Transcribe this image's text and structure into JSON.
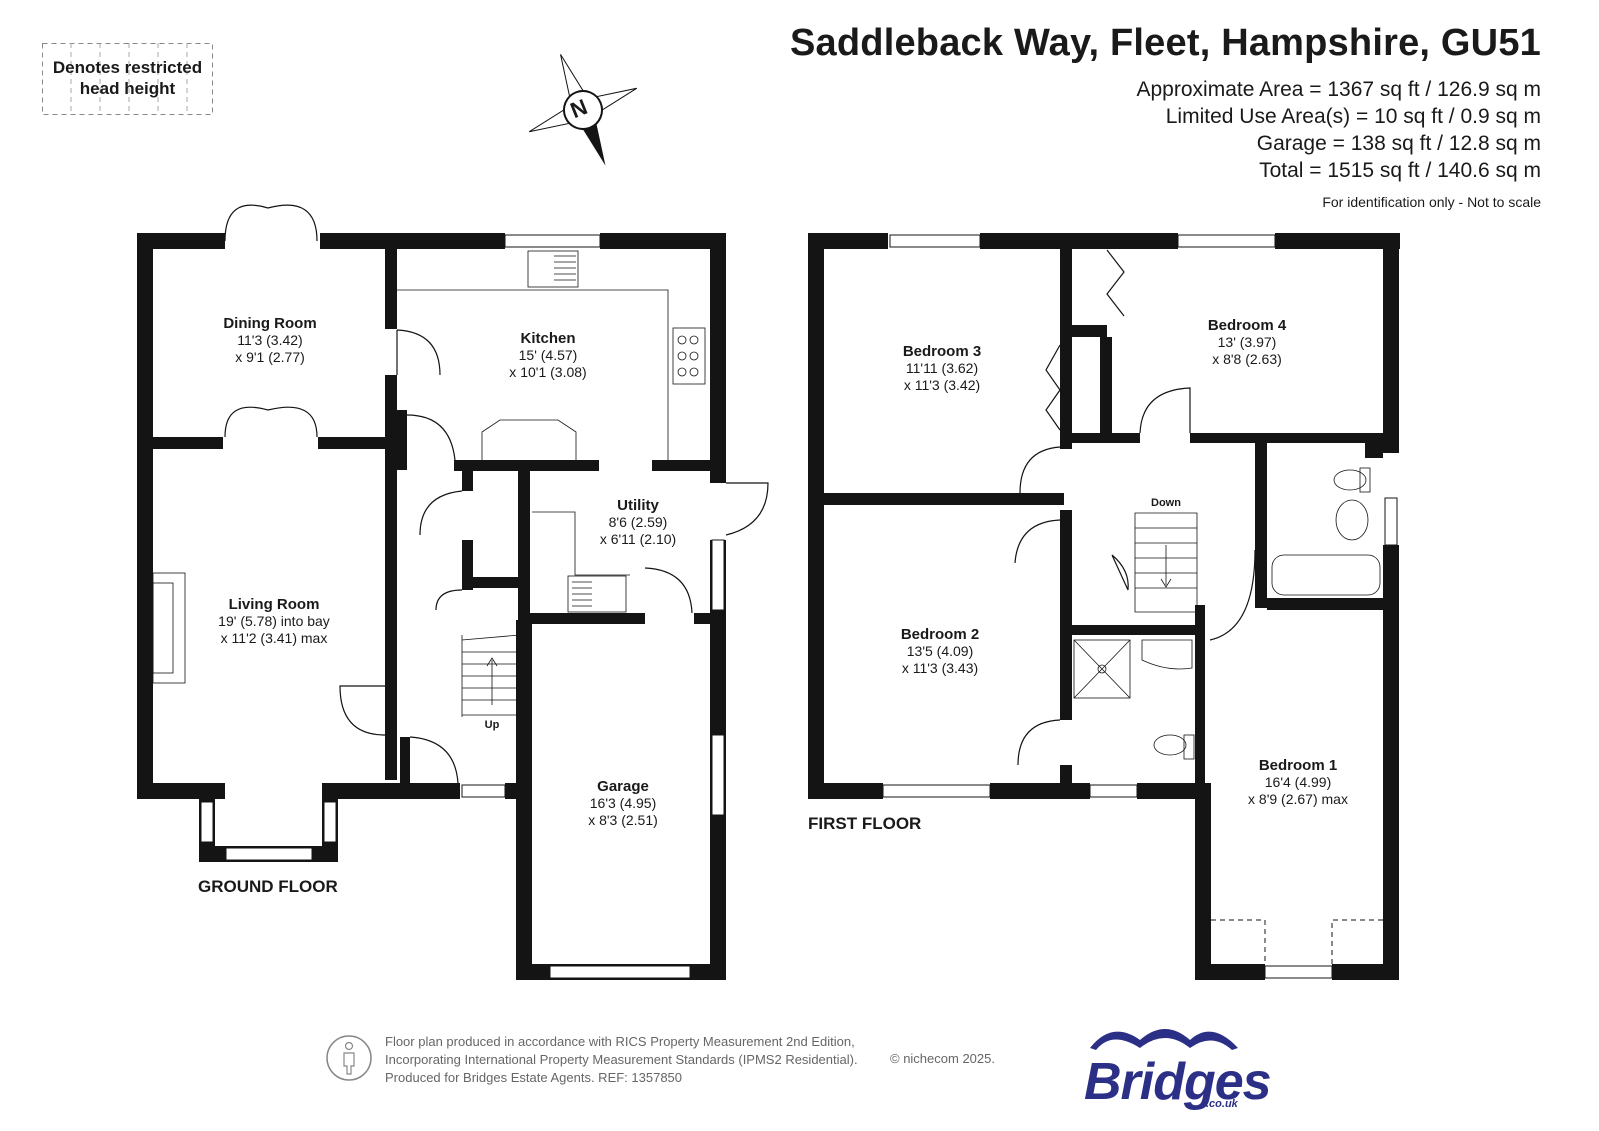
{
  "header": {
    "title": "Saddleback Way, Fleet, Hampshire, GU51",
    "areas": [
      "Approximate Area = 1367 sq ft / 126.9 sq m",
      "Limited Use Area(s) = 10 sq ft / 0.9 sq m",
      "Garage = 138 sq ft / 12.8 sq m",
      "Total = 1515 sq ft / 140.6 sq m"
    ],
    "note": "For identification only - Not to scale"
  },
  "legend": {
    "line1": "Denotes restricted",
    "line2": "head height"
  },
  "compass": {
    "letter": "N",
    "icon": "compass-north-icon"
  },
  "ground_floor": {
    "label": "GROUND FLOOR",
    "rooms": {
      "dining": {
        "name": "Dining Room",
        "dim1": "11'3 (3.42)",
        "dim2": "x 9'1 (2.77)"
      },
      "kitchen": {
        "name": "Kitchen",
        "dim1": "15' (4.57)",
        "dim2": "x 10'1 (3.08)"
      },
      "utility": {
        "name": "Utility",
        "dim1": "8'6 (2.59)",
        "dim2": "x 6'11 (2.10)"
      },
      "living": {
        "name": "Living Room",
        "dim1": "19' (5.78) into bay",
        "dim2": "x 11'2 (3.41) max"
      },
      "garage": {
        "name": "Garage",
        "dim1": "16'3 (4.95)",
        "dim2": "x 8'3 (2.51)"
      }
    },
    "stairs_label": "Up"
  },
  "first_floor": {
    "label": "FIRST FLOOR",
    "rooms": {
      "bedroom3": {
        "name": "Bedroom 3",
        "dim1": "11'11 (3.62)",
        "dim2": "x 11'3 (3.42)"
      },
      "bedroom4": {
        "name": "Bedroom 4",
        "dim1": "13' (3.97)",
        "dim2": "x 8'8 (2.63)"
      },
      "bedroom2": {
        "name": "Bedroom 2",
        "dim1": "13'5 (4.09)",
        "dim2": "x 11'3 (3.43)"
      },
      "bedroom1": {
        "name": "Bedroom 1",
        "dim1": "16'4 (4.99)",
        "dim2": "x 8'9 (2.67) max"
      }
    },
    "stairs_label": "Down"
  },
  "footer": {
    "line1": "Floor plan produced in accordance with RICS Property Measurement 2nd Edition,",
    "line2": "Incorporating International Property Measurement Standards (IPMS2 Residential).",
    "line3": "Produced for Bridges Estate Agents.   REF: 1357850",
    "copyright": "© nichecom 2025.",
    "brand": "Bridges",
    "brand_sub": ".co.uk"
  },
  "colors": {
    "wall": "#141414",
    "brand": "#2c2f86",
    "footer_text": "#666666"
  }
}
